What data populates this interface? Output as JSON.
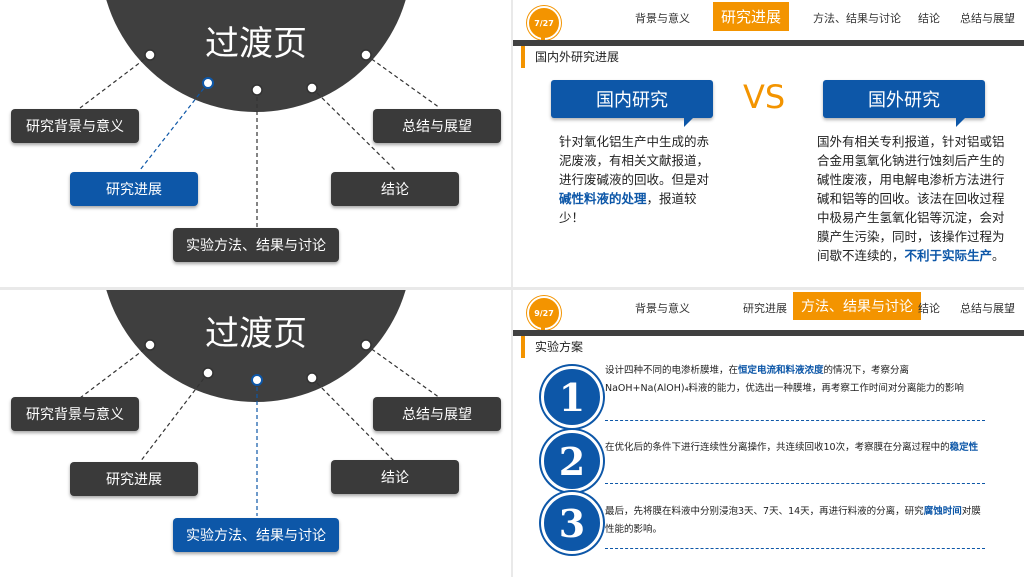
{
  "transition": {
    "title": "过渡页",
    "items": {
      "background": "研究背景与意义",
      "progress": "研究进展",
      "methods": "实验方法、结果与讨论",
      "conclusion": "结论",
      "summary": "总结与展望"
    }
  },
  "nav": {
    "background": "背景与意义",
    "progress": "研究进展",
    "methods": "方法、结果与讨论",
    "conclusion": "结论",
    "summary": "总结与展望"
  },
  "slide_progress": {
    "badge": "7/27",
    "section": "国内外研究进展",
    "domestic_title": "国内研究",
    "foreign_title": "国外研究",
    "vs": "VS",
    "domestic_text_1": "针对氧化铝生产中生成的赤泥废液，有相关文献报道，进行废碱液的回收。但是对",
    "domestic_hl": "碱性料液的处理",
    "domestic_text_2": "，报道较少！",
    "foreign_text_1": "国外有相关专利报道，针对铝或铝合金用氢氧化钠进行蚀刻后产生的碱性废液，用电解电渗析方法进行碱和铝等的回收。该法在回收过程中极易产生氢氧化铝等沉淀，会对膜产生污染，同时，该操作过程为间歇不连续的，",
    "foreign_hl": "不利于实际生产",
    "foreign_text_2": "。"
  },
  "slide_methods": {
    "badge": "9/27",
    "section": "实验方案",
    "steps": [
      {
        "num": "1",
        "t1": "设计四种不同的电渗析膜堆，在",
        "hl": "恒定电流和料液浓度",
        "t2": "的情况下，考察分离NaOH+Na(AlOH)₄料液的能力，优选出一种膜堆，再考察工作时间对分离能力的影响"
      },
      {
        "num": "2",
        "t1": "在优化后的条件下进行连续性分离操作，共连续回收10次，考察膜在分离过程中的",
        "hl": "稳定性",
        "t2": ""
      },
      {
        "num": "3",
        "t1": "最后，先将膜在料液中分别浸泡3天、7天、14天，再进行料液的分离，研究",
        "hl": "腐蚀时间",
        "t2": "对膜性能的影响。"
      }
    ]
  },
  "colors": {
    "accent": "#f39400",
    "primary": "#0d57a8",
    "dark": "#3a3a3a"
  }
}
